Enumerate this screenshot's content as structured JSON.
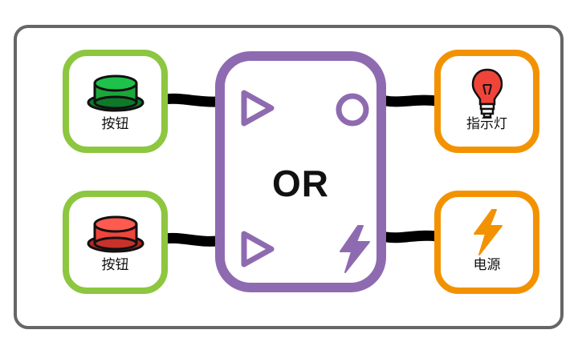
{
  "gate": {
    "label": "OR",
    "icon_in_top": "triangle-input-icon",
    "icon_in_bottom": "triangle-input-icon",
    "icon_out_top": "circle-output-icon",
    "icon_out_bottom": "lightning-icon"
  },
  "inputs": [
    {
      "label": "按钮",
      "icon": "green-button-icon",
      "color": "#1aa83a"
    },
    {
      "label": "按钮",
      "icon": "red-button-icon",
      "color": "#f0443a"
    }
  ],
  "outputs": [
    {
      "label": "指示灯",
      "icon": "red-bulb-icon",
      "color": "#f0443a"
    },
    {
      "label": "电源",
      "icon": "orange-lightning-icon",
      "color": "#f39200"
    }
  ],
  "colors": {
    "frame": "#666666",
    "input_border": "#8dc63f",
    "output_border": "#f39200",
    "gate_border": "#8e6bb0",
    "wire": "#000000"
  }
}
